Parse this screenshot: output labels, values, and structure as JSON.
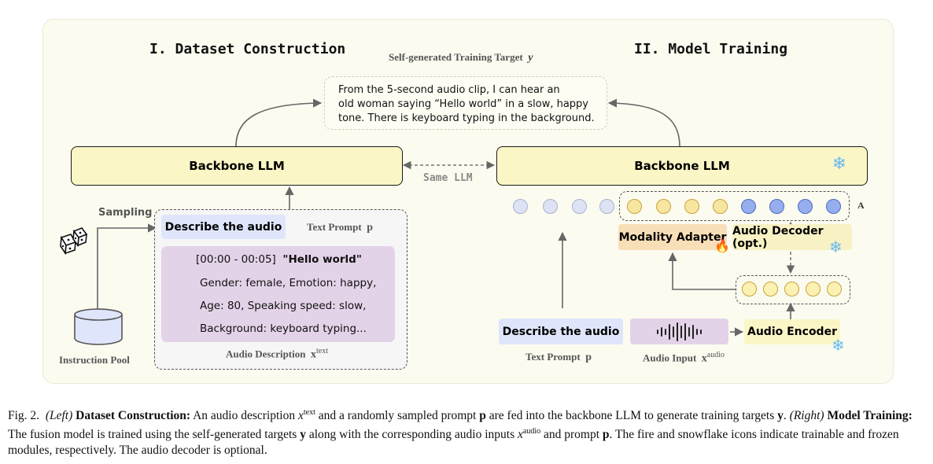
{
  "left_title": "I. Dataset Construction",
  "right_title": "II. Model Training",
  "target": {
    "label": "Self-generated Training Target",
    "var": "y",
    "lines": [
      "From the 5-second audio clip, I can hear an",
      "old woman saying “Hello world” in a slow, happy",
      "tone. There is keyboard typing in the background."
    ]
  },
  "left": {
    "llm_label": "Backbone LLM",
    "sampling_label": "Sampling",
    "instruction_pool_label": "Instruction Pool",
    "prompt_chip": "Describe the audio",
    "text_prompt_label": "Text Prompt",
    "text_prompt_var": "p",
    "desc_time": "[00:00 - 00:05]",
    "desc_quote": "\"Hello world\"",
    "desc_lines": [
      "Gender: female, Emotion: happy,",
      "Age: 80, Speaking speed: slow,",
      "Background: keyboard typing..."
    ],
    "audio_desc_label": "Audio Description",
    "audio_desc_var": "x",
    "audio_desc_sup": "text"
  },
  "same_llm_label": "Same LLM",
  "right": {
    "llm_label": "Backbone LLM",
    "a_label": "A",
    "modality_adapter_label": "Modality Adapter",
    "audio_decoder_label": "Audio Decoder (opt.)",
    "prompt_chip": "Describe the audio",
    "audio_encoder_label": "Audio Encoder",
    "text_prompt_label": "Text Prompt",
    "text_prompt_var": "p",
    "audio_input_label": "Audio Input",
    "audio_input_var": "x",
    "audio_input_sup": "audio"
  },
  "icons": {
    "fire": "🔥",
    "snowflake": "❄",
    "dice": "dice-icon",
    "database": "database-icon",
    "waveform": "waveform-icon"
  },
  "colors": {
    "llm_fill": "#fbf6c6",
    "prompt_chip": "#dfe6fb",
    "description_fill": "#e3d3e8",
    "adapter_fill": "#f9dfb8",
    "decoder_fill": "#f7f1c4",
    "snowflake": "#69b9f2"
  },
  "caption": {
    "fig": "Fig. 2.",
    "left_tag": "(Left)",
    "left_head": "Dataset Construction:",
    "left_text_1": "An audio description",
    "x_var": "x",
    "sup_text": "text",
    "left_text_2": "and a randomly sampled prompt",
    "p_var": "p",
    "left_text_3": "are fed into the backbone LLM to generate training targets",
    "y_var": "y",
    "right_tag": "(Right)",
    "right_head": "Model Training:",
    "right_text_1": "The fusion model is trained using the self-generated targets",
    "right_text_2": "along with the corresponding audio inputs",
    "sup_audio": "audio",
    "right_text_3": "and prompt",
    "line3": "The fire and snowflake icons indicate trainable and frozen modules, respectively. The audio decoder is optional."
  }
}
